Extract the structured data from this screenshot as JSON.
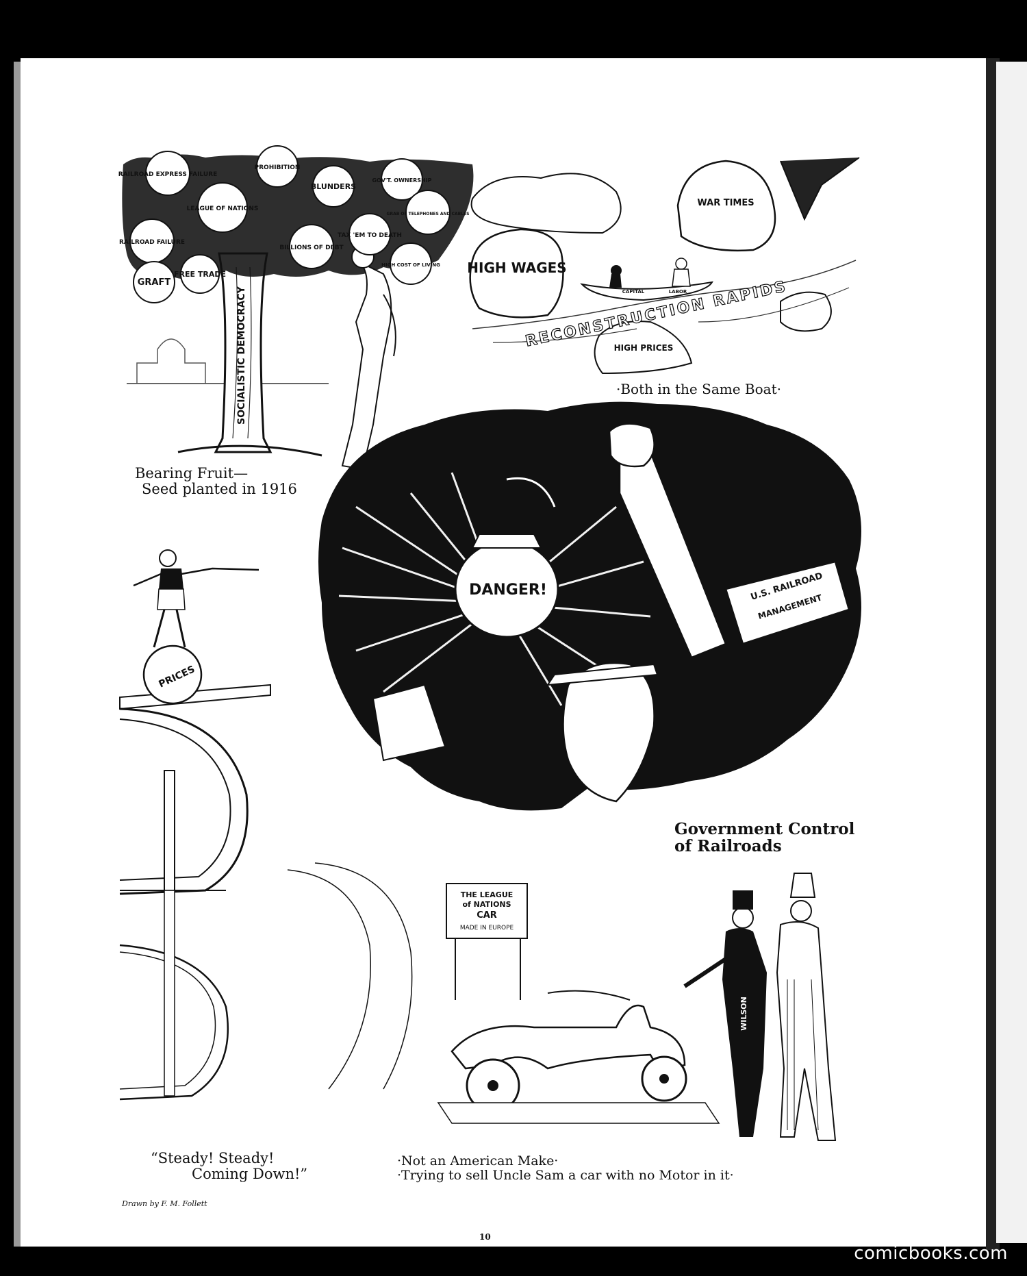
{
  "panels": {
    "tree": {
      "caption_line1": "Bearing Fruit—",
      "caption_line2": "Seed planted in 1916",
      "trunk_label": "SOCIALISTIC DEMOCRACY",
      "fruits": [
        "RAILROAD EXPRESS FAILURE",
        "PROHIBITION",
        "BLUNDERS",
        "GOV'T. OWNERSHIP",
        "LEAGUE OF NATIONS",
        "GRAB OF TELEPHONES AND CABLES",
        "RAILROAD FAILURE",
        "TAX 'EM TO DEATH",
        "BILLIONS OF DEBT",
        "HIGH COST OF LIVING",
        "FREE TRADE",
        "GRAFT"
      ]
    },
    "boat": {
      "caption": "·Both in the Same Boat·",
      "rock_high_wages": "HIGH WAGES",
      "rock_war_times": "WAR TIMES",
      "rock_high_prices": "HIGH PRICES",
      "rapids": "RECONSTRUCTION RAPIDS",
      "capital": "CAPITAL",
      "labor": "LABOR"
    },
    "railroad": {
      "lantern": "DANGER!",
      "train_label1": "U.S. RAILROAD",
      "train_label2": "MANAGEMENT",
      "caption_line1": "Government Control",
      "caption_line2": "of Railroads"
    },
    "balance": {
      "ball_label": "PRICES",
      "caption_line1": "“Steady! Steady!",
      "caption_line2": "Coming Down!”"
    },
    "car": {
      "sign_line1": "THE LEAGUE",
      "sign_line2": "of NATIONS",
      "sign_line3": "CAR",
      "sign_line4": "MADE IN EUROPE",
      "figure_label": "WILSON",
      "caption_line1": "·Not an American Make·",
      "caption_line2": "·Trying to sell Uncle Sam a car with no Motor in it·"
    }
  },
  "credit": "Drawn by F. M. Follett",
  "page_number": "10",
  "watermark": "comicbooks.com"
}
